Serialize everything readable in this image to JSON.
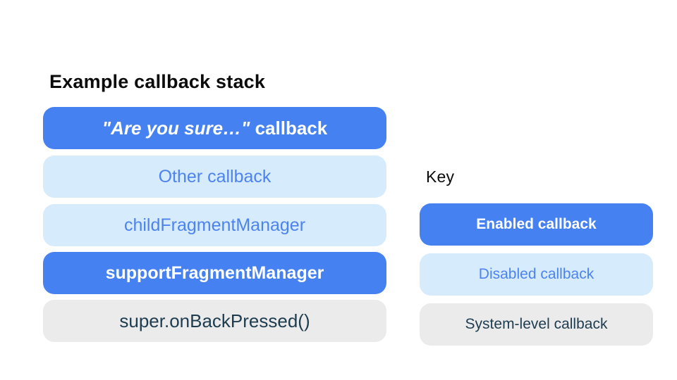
{
  "colors": {
    "background": "#ffffff",
    "enabled_bg": "#4581f1",
    "enabled_text": "#ffffff",
    "disabled_bg": "#d6ebfc",
    "disabled_text": "#4d83ef",
    "system_bg": "#ebebeb",
    "system_text": "#1e3c4f",
    "heading_text": "#0b0b0b"
  },
  "stack": {
    "title": "Example callback stack",
    "items": [
      {
        "label_italic": "\"Are you sure…\"",
        "label_rest": " callback",
        "type": "enabled"
      },
      {
        "label": "Other callback",
        "type": "disabled"
      },
      {
        "label": "childFragmentManager",
        "type": "disabled"
      },
      {
        "label": "supportFragmentManager",
        "type": "enabled"
      },
      {
        "label": "super.onBackPressed()",
        "type": "system"
      }
    ]
  },
  "key": {
    "title": "Key",
    "items": [
      {
        "label": "Enabled callback",
        "type": "enabled"
      },
      {
        "label": "Disabled callback",
        "type": "disabled"
      },
      {
        "label": "System-level callback",
        "type": "system"
      }
    ]
  }
}
